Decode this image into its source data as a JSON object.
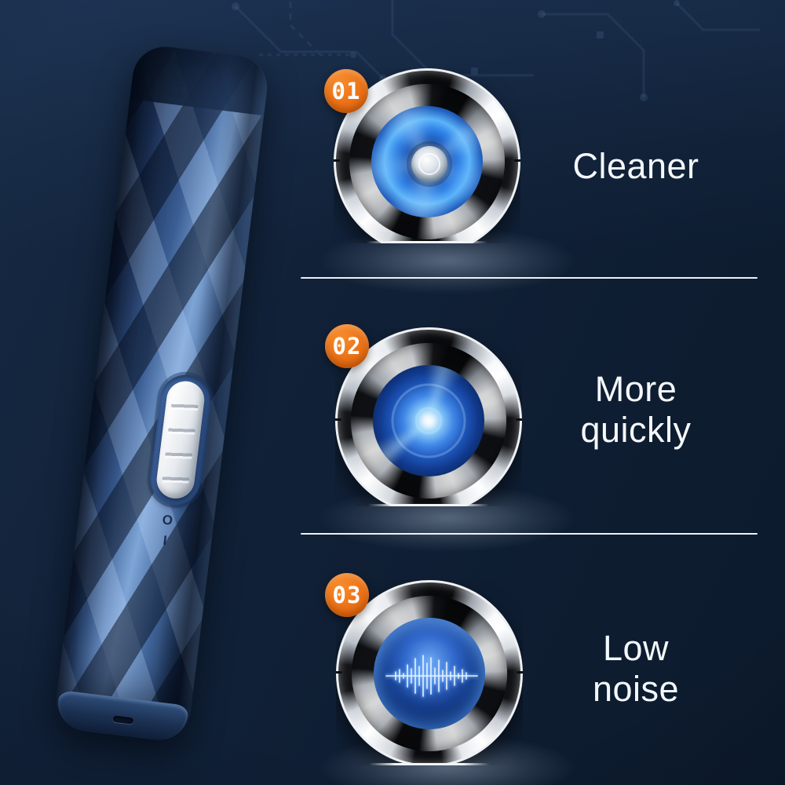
{
  "colors": {
    "background": "#0e1d31",
    "background_top": "#1b3052",
    "accent_orange": "#e96e14",
    "text": "#f4f7fb",
    "divider": "#edf1f6",
    "product_blue_light": "#7fa5d6",
    "product_blue_dark": "#14243c",
    "plasma_blue": "#2f83e8",
    "chrome_light": "#ffffff",
    "chrome_dark": "#0a0b0e"
  },
  "product": {
    "alt": "blue diamond-faceted electric lighter",
    "switch_markings": [
      "O",
      "I"
    ]
  },
  "features": [
    {
      "number": "01",
      "label": "Cleaner",
      "icon": "fan-vortex-icon"
    },
    {
      "number": "02",
      "label": "More\nquickly",
      "icon": "spinning-fan-glow-icon"
    },
    {
      "number": "03",
      "label": "Low\nnoise",
      "icon": "sound-wave-icon"
    }
  ]
}
